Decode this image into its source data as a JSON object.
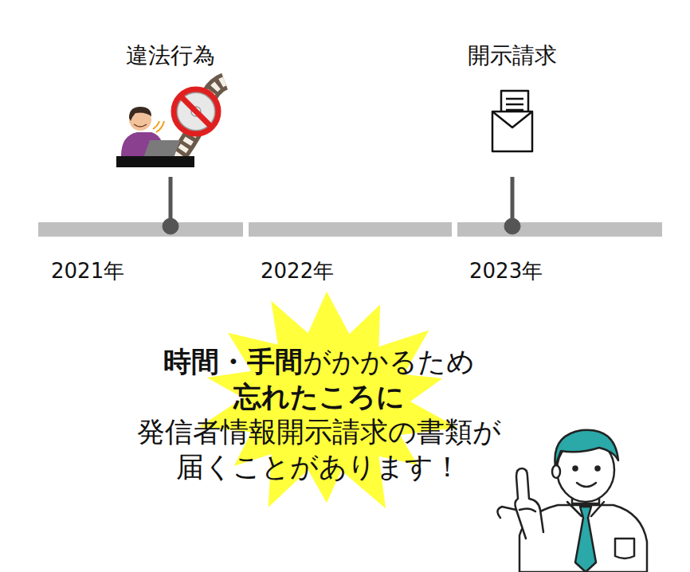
{
  "diagram": {
    "nodes": [
      {
        "text": [
          "時間・手間がかかるため",
          "忘れたころに",
          "発信者情報開示請求の書類が 届くことがあります！"
        ]
      }
    ],
    "labels": [
      "違法行為",
      "開示請求",
      "2021年",
      "2022年",
      "2023年"
    ]
  }
}
